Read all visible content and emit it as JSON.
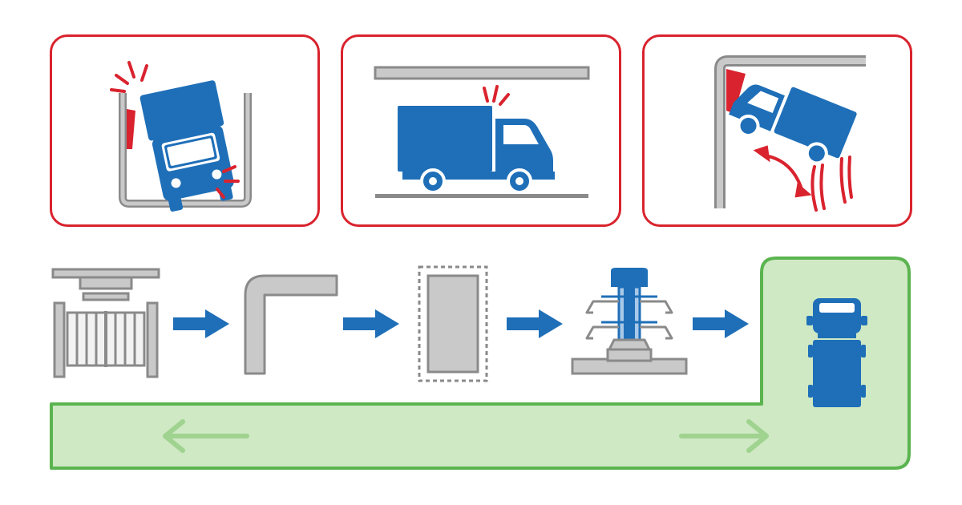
{
  "colors": {
    "danger_red": "#d9232e",
    "truck_blue": "#1f6fb8",
    "wall_gray": "#b8b8b8",
    "wall_outline": "#8a8a8a",
    "route_green": "#5bb450",
    "route_fill": "#cfe9c4",
    "arrow_blue": "#1f6fb8"
  },
  "problems": [
    {
      "id": "narrow-lane-side-collision",
      "icons": [
        "truck-front-icon",
        "u-channel-wall-icon",
        "impact-burst-icon"
      ]
    },
    {
      "id": "low-overhead-clearance",
      "icons": [
        "box-truck-icon",
        "overhead-beam-icon",
        "ground-line-icon",
        "impact-burst-icon"
      ]
    },
    {
      "id": "corner-collision-skid",
      "icons": [
        "tilted-truck-icon",
        "corner-wall-icon",
        "swing-arrow-icon",
        "skid-marks-icon"
      ]
    }
  ],
  "process_steps": [
    {
      "id": "gate-barrier",
      "icon": "gate-barrier-icon"
    },
    {
      "id": "corner-guard",
      "icon": "corner-guard-icon"
    },
    {
      "id": "clearance-zone",
      "icon": "dashed-zone-icon"
    },
    {
      "id": "guide-post",
      "icon": "guide-post-icon"
    },
    {
      "id": "safe-route",
      "icon": "top-view-truck-icon"
    }
  ],
  "route": {
    "direction_left": "arrow-left-icon",
    "direction_right": "arrow-right-icon"
  }
}
